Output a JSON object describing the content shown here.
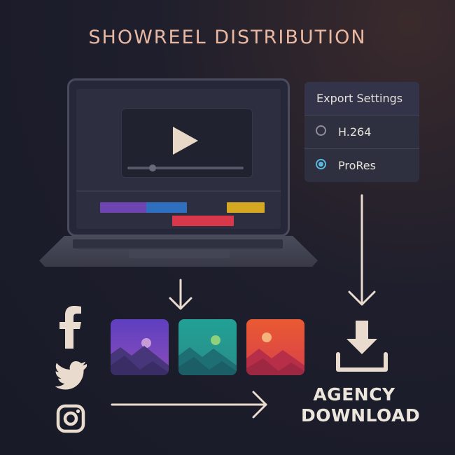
{
  "title": "SHOWREEL DISTRIBUTION",
  "export_panel": {
    "heading": "Export Settings",
    "options": [
      {
        "label": "H.264",
        "selected": false
      },
      {
        "label": "ProRes",
        "selected": true
      }
    ]
  },
  "timeline_clip_colors": [
    "#6e44b0",
    "#2f6fc0",
    "#d6a822",
    "#d8384a"
  ],
  "social_icons": [
    "facebook-icon",
    "twitter-icon",
    "instagram-icon"
  ],
  "image_tiles": [
    {
      "name": "purple-image-tile",
      "bg": "#6a45b8"
    },
    {
      "name": "teal-image-tile",
      "bg": "#279b92"
    },
    {
      "name": "red-image-tile",
      "bg": "#e0483e"
    }
  ],
  "destination": {
    "line1": "AGENCY",
    "line2": "DOWNLOAD"
  }
}
